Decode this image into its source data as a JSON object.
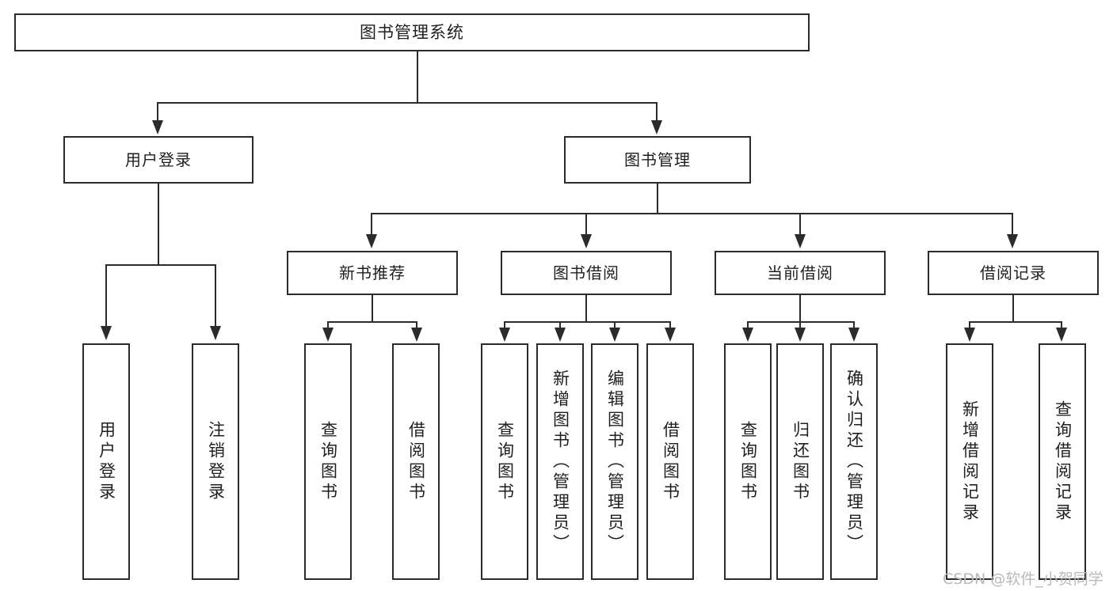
{
  "diagram": {
    "title": "图书管理系统",
    "type": "tree",
    "watermark": "CSDN @软件_小贺同学",
    "colors": {
      "stroke": "#2b2b2b",
      "fill": "#ffffff",
      "text": "#1f1f1f",
      "watermark": "#b9b9b9"
    },
    "root": {
      "label": "图书管理系统"
    },
    "level2": [
      {
        "label": "用户登录"
      },
      {
        "label": "图书管理"
      }
    ],
    "level3": [
      {
        "label": "新书推荐"
      },
      {
        "label": "图书借阅"
      },
      {
        "label": "当前借阅"
      },
      {
        "label": "借阅记录"
      }
    ],
    "leaves": {
      "user_login": [
        {
          "label": "用户登录"
        },
        {
          "label": "注销登录"
        }
      ],
      "new_book": [
        {
          "label": "查询图书"
        },
        {
          "label": "借阅图书"
        }
      ],
      "borrow_book": [
        {
          "label": "查询图书"
        },
        {
          "label": "新增图书（管理员）"
        },
        {
          "label": "编辑图书（管理员）"
        },
        {
          "label": "借阅图书"
        }
      ],
      "current_borrow": [
        {
          "label": "查询图书"
        },
        {
          "label": "归还图书"
        },
        {
          "label": "确认归还（管理员）"
        }
      ],
      "borrow_record": [
        {
          "label": "新增借阅记录"
        },
        {
          "label": "查询借阅记录"
        }
      ]
    }
  }
}
